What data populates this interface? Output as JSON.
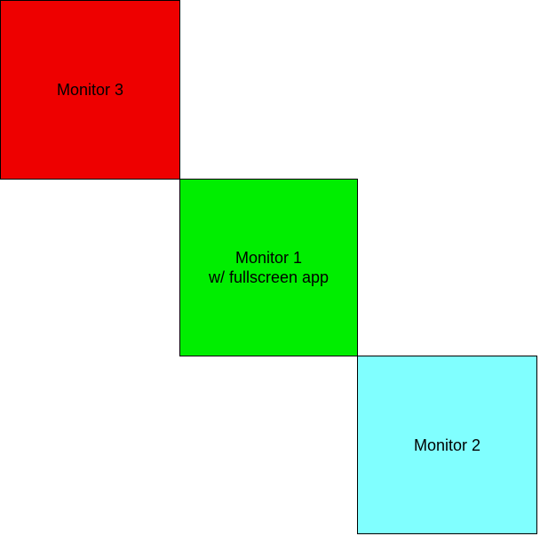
{
  "monitors": [
    {
      "id": "monitor-3",
      "lines": [
        "Monitor 3"
      ],
      "color": "#ee0000"
    },
    {
      "id": "monitor-1",
      "lines": [
        "Monitor 1",
        "w/ fullscreen app"
      ],
      "color": "#00ee00"
    },
    {
      "id": "monitor-2",
      "lines": [
        "Monitor 2"
      ],
      "color": "#80ffff"
    }
  ]
}
